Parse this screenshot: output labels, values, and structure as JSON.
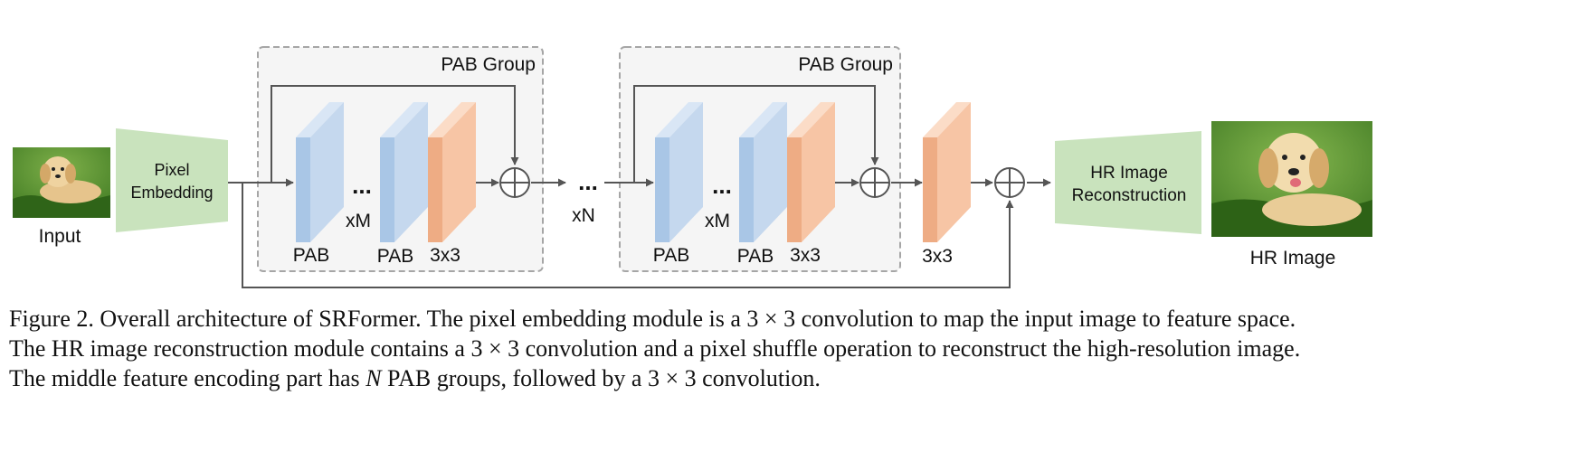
{
  "input_label": "Input",
  "pixel_embedding_label": [
    "Pixel",
    "Embedding"
  ],
  "groups": [
    {
      "title": "PAB Group",
      "pab": "PAB",
      "repeat": "xM",
      "conv": "3x3"
    },
    {
      "title": "PAB Group",
      "pab": "PAB",
      "repeat": "xM",
      "conv": "3x3"
    }
  ],
  "between_groups_repeat": "xN",
  "final_conv_label": "3x3",
  "hr_reconstruction_label": [
    "HR Image",
    "Reconstruction"
  ],
  "output_label": "HR Image",
  "ellipsis": "...",
  "colors": {
    "pab_block": "#c5d8ee",
    "conv_block": "#f7c5a5",
    "module_trapezoid": "#c9e3bd",
    "group_box_fill": "#f5f5f5",
    "group_box_border": "#a6a6a6",
    "arrows": "#555555"
  },
  "caption": {
    "line1": "Figure 2. Overall architecture of SRFormer. The pixel embedding module is a 3 × 3 convolution to map the input image to feature space.",
    "line2": "The HR image reconstruction module contains a 3 × 3 convolution and a pixel shuffle operation to reconstruct the high-resolution image.",
    "line3_prefix": "The middle feature encoding part has ",
    "line3_var": "N",
    "line3_suffix": " PAB groups, followed by a 3 × 3 convolution."
  }
}
